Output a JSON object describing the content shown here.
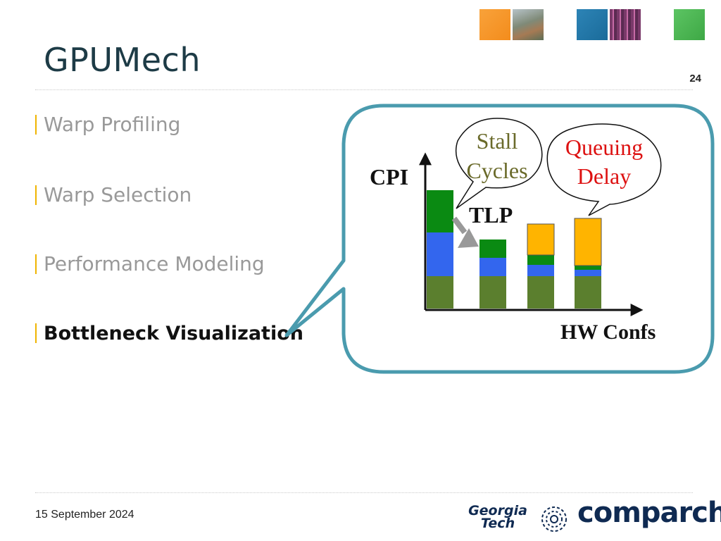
{
  "slide": {
    "title": "GPUMech",
    "page_number": "24",
    "footer_date": "15 September 2024"
  },
  "bullets": [
    {
      "label": "Warp Profiling",
      "active": false
    },
    {
      "label": "Warp Selection",
      "active": false
    },
    {
      "label": "Performance Modeling",
      "active": false
    },
    {
      "label": "Bottleneck Visualization",
      "active": true
    }
  ],
  "diagram": {
    "y_axis_label": "CPI",
    "x_axis_label": "HW Confs",
    "arrow_label": "TLP",
    "bubble_stall_line1": "Stall",
    "bubble_stall_line2": "Cycles",
    "bubble_queue_line1": "Queuing",
    "bubble_queue_line2": "Delay",
    "colors": {
      "base": "#5b7f2e",
      "blue": "#3366ee",
      "green": "#0a8a12",
      "queue": "#ffb400",
      "frame": "#4a9bae"
    }
  },
  "logos": {
    "gt_line1": "Georgia",
    "gt_line2": "Tech",
    "brand": "comparch"
  },
  "colors": {
    "title": "#1d3b46",
    "bullet_bar": "#f0b400",
    "brand": "#0f2a52"
  }
}
